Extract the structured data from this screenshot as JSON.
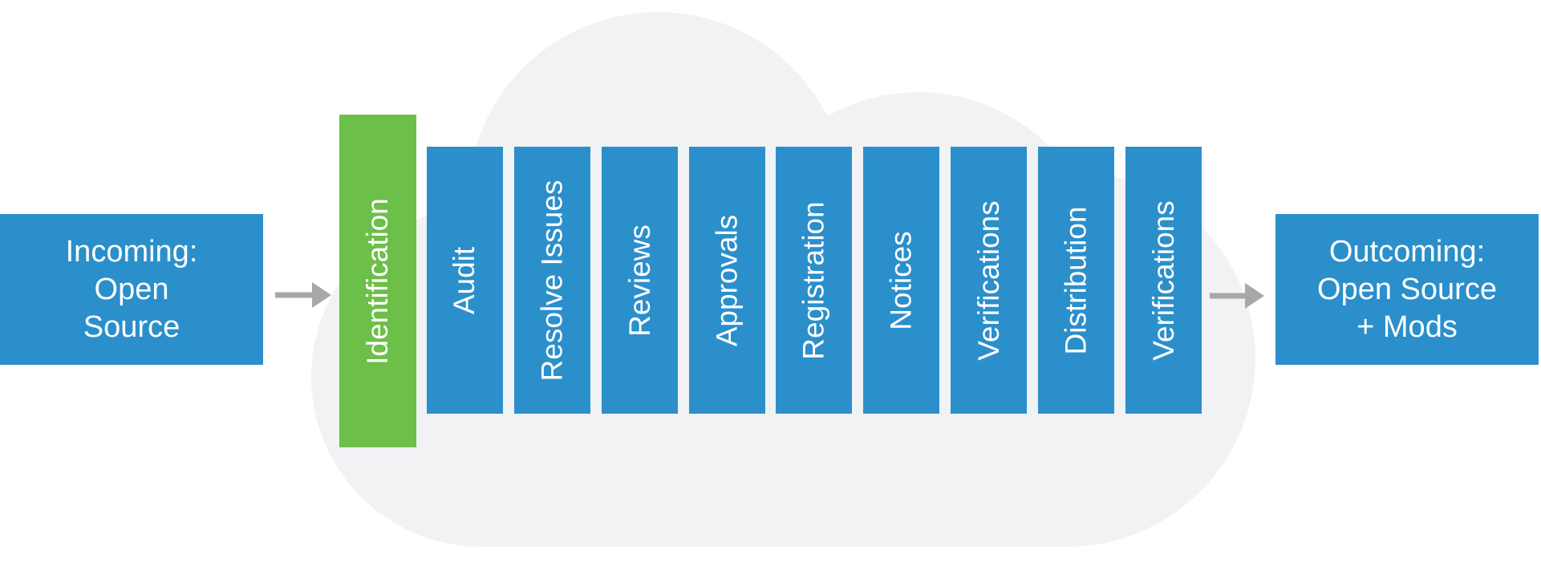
{
  "colors": {
    "blue": "#2b8fcb",
    "green": "#6cbf48",
    "cloud": "#f0f2f4",
    "arrow": "#a8a8a8",
    "text": "#ffffff"
  },
  "incoming_box": {
    "lines": [
      "Incoming:",
      "Open",
      "Source"
    ]
  },
  "outgoing_box": {
    "lines": [
      "Outcoming:",
      "Open Source",
      "+ Mods"
    ]
  },
  "identification_bar": {
    "label": "Identification"
  },
  "process_bars": [
    {
      "label": "Audit"
    },
    {
      "label": "Resolve Issues"
    },
    {
      "label": "Reviews"
    },
    {
      "label": "Approvals"
    },
    {
      "label": "Registration"
    },
    {
      "label": "Notices"
    },
    {
      "label": "Verifications"
    },
    {
      "label": "Distribution"
    },
    {
      "label": "Verifications"
    }
  ]
}
